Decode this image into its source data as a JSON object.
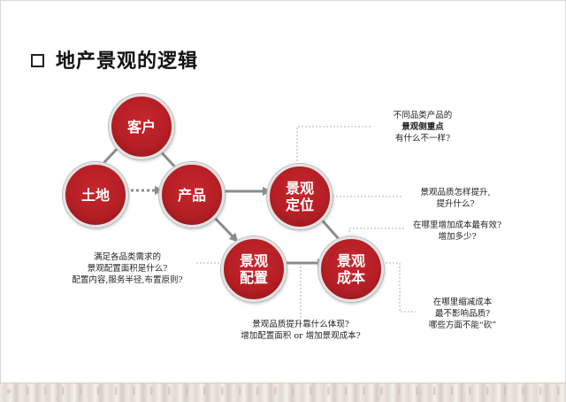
{
  "title": "地产景观的逻辑",
  "nodes": {
    "customer": [
      "客户"
    ],
    "land": [
      "土地"
    ],
    "product": [
      "产品"
    ],
    "positioning": [
      "景观",
      "定位"
    ],
    "configuration": [
      "景观",
      "配置"
    ],
    "cost": [
      "景观",
      "成本"
    ]
  },
  "annotations": {
    "positioning_question": [
      "不同品类产品的",
      "景观侧重点",
      "有什么不一样?"
    ],
    "quality_improve": [
      "景观品质怎样提升,",
      "提升什么?"
    ],
    "cost_effective": [
      "在哪里增加成本最有效?",
      "增加多少?"
    ],
    "config_requirements": [
      "满足各品类需求的",
      "景观配置面积是什么?",
      "配置内容,服务半径,布置原则?"
    ],
    "cost_cut": [
      "在哪里缩减成本",
      "最不影响品质?",
      "哪些方面不能“砍”"
    ],
    "quality_reflect": [
      "景观品质提升靠什么体现?",
      "增加配置面积 or 增加景观成本?"
    ]
  },
  "colors": {
    "node_red": "#b51f25",
    "arrow_gray": "#8c8c8c",
    "leader_gray": "#9a9a9a"
  }
}
